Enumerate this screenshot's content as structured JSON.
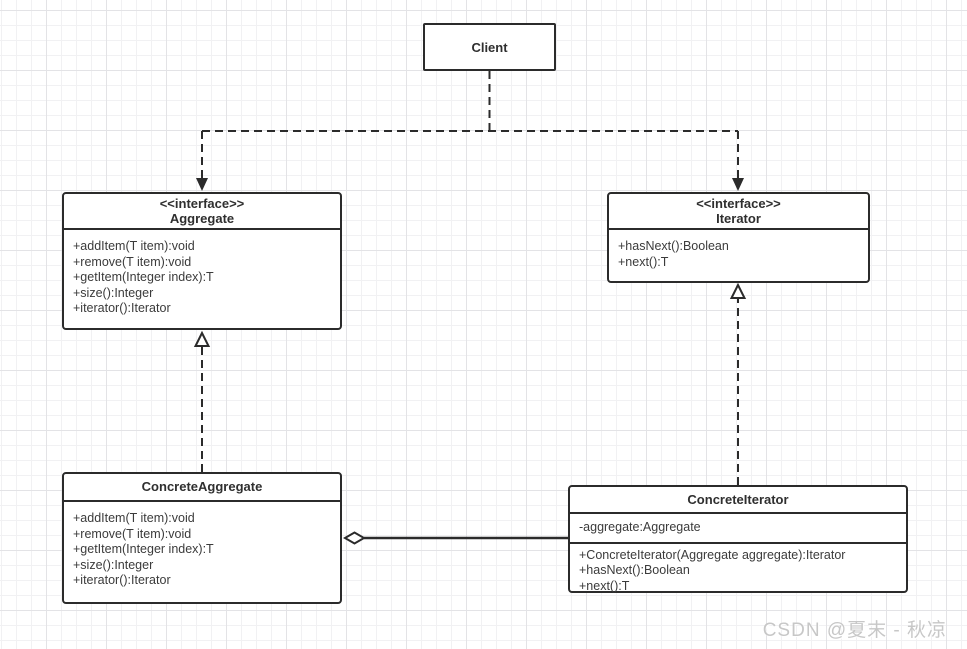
{
  "client": {
    "name": "Client"
  },
  "aggregate_interface": {
    "stereotype": "<<interface>>",
    "name": "Aggregate",
    "methods": [
      "+addItem(T item):void",
      "+remove(T item):void",
      "+getItem(Integer index):T",
      "+size():Integer",
      "+iterator():Iterator"
    ]
  },
  "iterator_interface": {
    "stereotype": "<<interface>>",
    "name": "Iterator",
    "methods": [
      "+hasNext():Boolean",
      "+next():T"
    ]
  },
  "concrete_aggregate": {
    "name": "ConcreteAggregate",
    "methods": [
      "+addItem(T item):void",
      "+remove(T item):void",
      "+getItem(Integer index):T",
      "+size():Integer",
      "+iterator():Iterator"
    ]
  },
  "concrete_iterator": {
    "name": "ConcreteIterator",
    "attributes": [
      "-aggregate:Aggregate"
    ],
    "methods": [
      "+ConcreteIterator(Aggregate aggregate):Iterator",
      "+hasNext():Boolean",
      "+next():T"
    ]
  },
  "watermark": "CSDN @夏末 - 秋凉",
  "colors": {
    "stroke": "#2b2b2b",
    "background": "#ffffff",
    "grid_minor": "#f1f1f3",
    "grid_major": "#e3e3e6",
    "watermark": "#c7c7c7"
  },
  "relations": {
    "client_to_aggregate": "dashed dependency arrow",
    "client_to_iterator": "dashed dependency arrow",
    "concrete_aggregate_to_aggregate": "dashed realization (hollow triangle)",
    "concrete_iterator_to_iterator": "dashed realization (hollow triangle)",
    "concrete_aggregate_to_concrete_iterator": "solid association with hollow diamond at ConcreteAggregate"
  }
}
